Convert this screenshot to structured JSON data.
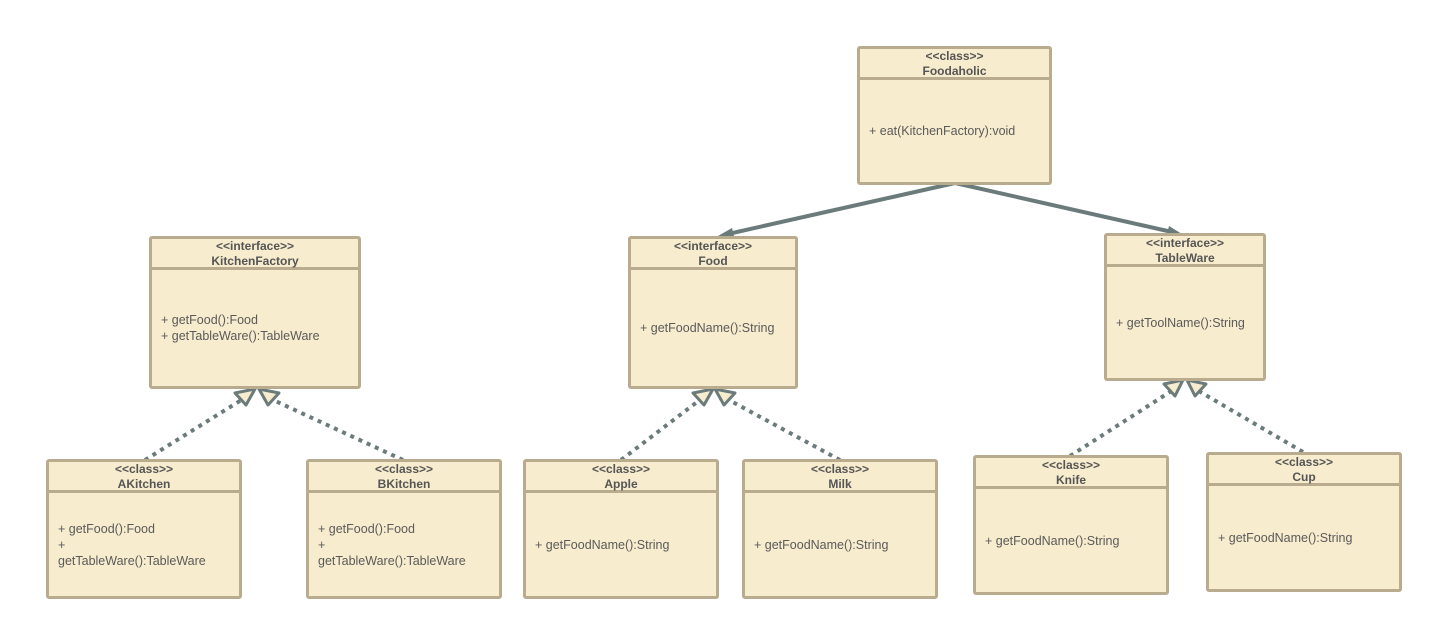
{
  "classes": {
    "foodaholic": {
      "stereotype": "<<class>>",
      "name": "Foodaholic",
      "operations": [
        "+ eat(KitchenFactory):void"
      ]
    },
    "kitchen_factory": {
      "stereotype": "<<interface>>",
      "name": "KitchenFactory",
      "operations": [
        "+ getFood():Food",
        "+ getTableWare():TableWare"
      ]
    },
    "food": {
      "stereotype": "<<interface>>",
      "name": "Food",
      "operations": [
        "+ getFoodName():String"
      ]
    },
    "tableware": {
      "stereotype": "<<interface>>",
      "name": "TableWare",
      "operations": [
        "+ getToolName():String"
      ]
    },
    "akitchen": {
      "stereotype": "<<class>>",
      "name": "AKitchen",
      "operations": [
        "+ getFood():Food",
        "+",
        "getTableWare():TableWare"
      ]
    },
    "bkitchen": {
      "stereotype": "<<class>>",
      "name": "BKitchen",
      "operations": [
        "+ getFood():Food",
        "+",
        "getTableWare():TableWare"
      ]
    },
    "apple": {
      "stereotype": "<<class>>",
      "name": "Apple",
      "operations": [
        "+ getFoodName():String"
      ]
    },
    "milk": {
      "stereotype": "<<class>>",
      "name": "Milk",
      "operations": [
        "+ getFoodName():String"
      ]
    },
    "knife": {
      "stereotype": "<<class>>",
      "name": "Knife",
      "operations": [
        "+ getFoodName():String"
      ]
    },
    "cup": {
      "stereotype": "<<class>>",
      "name": "Cup",
      "operations": [
        "+ getFoodName():String"
      ]
    }
  },
  "relations": [
    {
      "from": "Foodaholic",
      "to": "Food",
      "type": "association"
    },
    {
      "from": "Foodaholic",
      "to": "TableWare",
      "type": "association"
    },
    {
      "from": "AKitchen",
      "to": "KitchenFactory",
      "type": "realization"
    },
    {
      "from": "BKitchen",
      "to": "KitchenFactory",
      "type": "realization"
    },
    {
      "from": "Apple",
      "to": "Food",
      "type": "realization"
    },
    {
      "from": "Milk",
      "to": "Food",
      "type": "realization"
    },
    {
      "from": "Knife",
      "to": "TableWare",
      "type": "realization"
    },
    {
      "from": "Cup",
      "to": "TableWare",
      "type": "realization"
    }
  ],
  "colors": {
    "box_fill": "#f8ecce",
    "box_border": "#b9ab8e",
    "connector": "#6b7b7b",
    "text": "#555555"
  }
}
